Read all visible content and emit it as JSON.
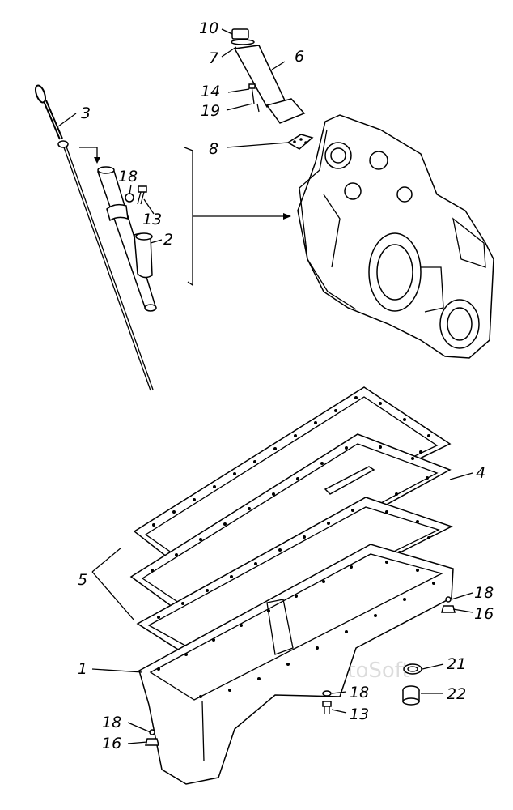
{
  "watermark": "AutoSoft",
  "labels": {
    "p10": "10",
    "p7": "7",
    "p6": "6",
    "p14": "14",
    "p19": "19",
    "p3": "3",
    "p8": "8",
    "p18a": "18",
    "p13a": "13",
    "p2": "2",
    "p4": "4",
    "p5": "5",
    "p18b": "18",
    "p16a": "16",
    "p21": "21",
    "p1": "1",
    "p18c": "18",
    "p22": "22",
    "p13b": "13",
    "p18d": "18",
    "p16b": "16"
  }
}
